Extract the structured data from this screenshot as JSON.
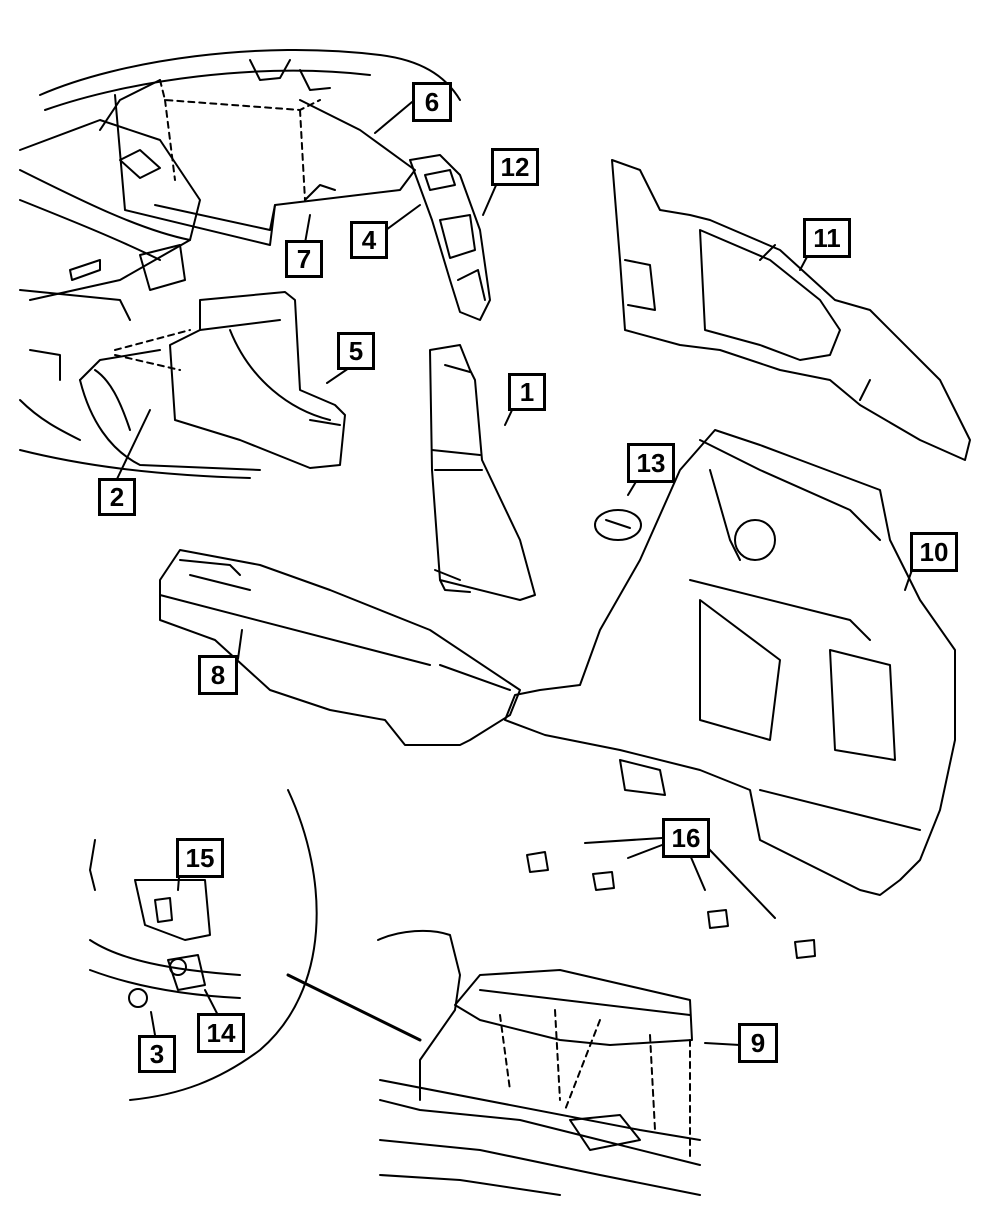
{
  "diagram": {
    "callouts": {
      "c1": "1",
      "c2": "2",
      "c3": "3",
      "c4": "4",
      "c5": "5",
      "c6": "6",
      "c7": "7",
      "c8": "8",
      "c9": "9",
      "c10": "10",
      "c11": "11",
      "c12": "12",
      "c13": "13",
      "c14": "14",
      "c15": "15",
      "c16": "16"
    },
    "colors": {
      "line": "#000000",
      "background": "#ffffff"
    }
  }
}
